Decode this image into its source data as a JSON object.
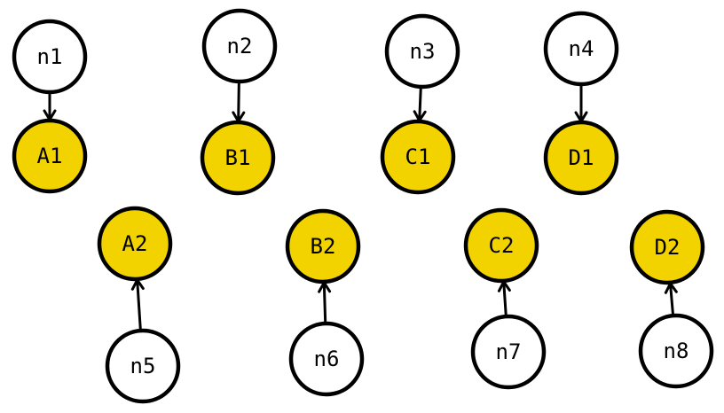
{
  "colors": {
    "highlight_fill": "#f2d300",
    "plain_fill": "#ffffff",
    "stroke": "#000000"
  },
  "nodes": [
    {
      "id": "n1",
      "label": "n1",
      "style": "plain"
    },
    {
      "id": "n2",
      "label": "n2",
      "style": "plain"
    },
    {
      "id": "n3",
      "label": "n3",
      "style": "plain"
    },
    {
      "id": "n4",
      "label": "n4",
      "style": "plain"
    },
    {
      "id": "A1",
      "label": "A1",
      "style": "highlight"
    },
    {
      "id": "B1",
      "label": "B1",
      "style": "highlight"
    },
    {
      "id": "C1",
      "label": "C1",
      "style": "highlight"
    },
    {
      "id": "D1",
      "label": "D1",
      "style": "highlight"
    },
    {
      "id": "A2",
      "label": "A2",
      "style": "highlight"
    },
    {
      "id": "B2",
      "label": "B2",
      "style": "highlight"
    },
    {
      "id": "C2",
      "label": "C2",
      "style": "highlight"
    },
    {
      "id": "D2",
      "label": "D2",
      "style": "highlight"
    },
    {
      "id": "n5",
      "label": "n5",
      "style": "plain"
    },
    {
      "id": "n6",
      "label": "n6",
      "style": "plain"
    },
    {
      "id": "n7",
      "label": "n7",
      "style": "plain"
    },
    {
      "id": "n8",
      "label": "n8",
      "style": "plain"
    }
  ],
  "edges": [
    {
      "from": "n1",
      "to": "A1"
    },
    {
      "from": "n2",
      "to": "B1"
    },
    {
      "from": "n3",
      "to": "C1"
    },
    {
      "from": "n4",
      "to": "D1"
    },
    {
      "from": "n5",
      "to": "A2"
    },
    {
      "from": "n6",
      "to": "B2"
    },
    {
      "from": "n7",
      "to": "C2"
    },
    {
      "from": "n8",
      "to": "D2"
    }
  ]
}
